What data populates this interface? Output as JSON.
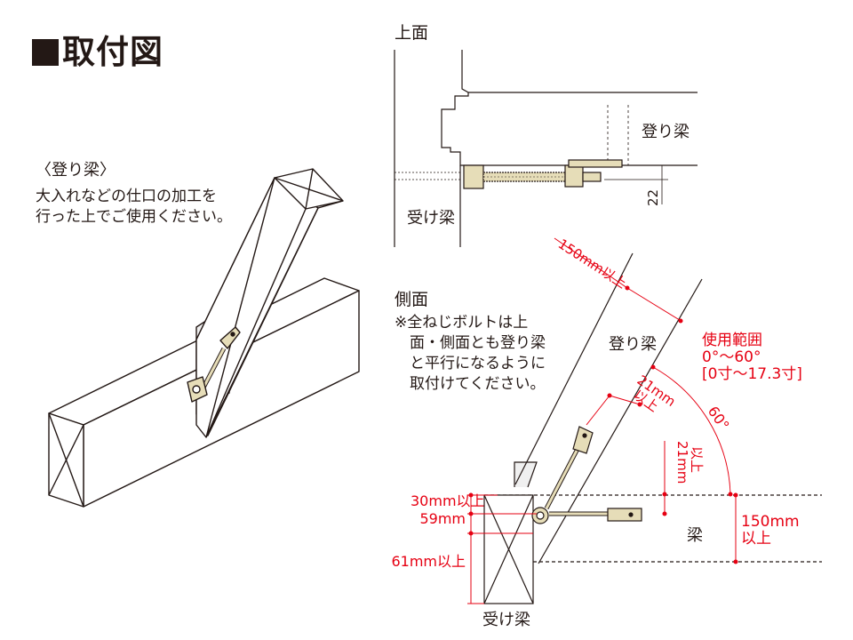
{
  "title": "■取付図",
  "isometric": {
    "heading": "〈登り梁〉",
    "note": "大入れなどの仕口の加工を\n行った上でご使用ください。"
  },
  "top_view": {
    "heading": "上面",
    "rafter_label": "登り梁",
    "beam_label": "受け梁",
    "dim_22": "22"
  },
  "side_view": {
    "heading": "側面",
    "note": "※全ねじボルトは上\n　面・側面とも登り梁\n　と平行になるように\n　取付けてください。",
    "rafter_label": "登り梁",
    "beam_label": "梁",
    "support_label": "受け梁",
    "dim_150_top": "150mm以上",
    "range_title": "使用範囲",
    "range_deg": "0°～60°",
    "range_sun": "[0寸～17.3寸]",
    "angle_60": "60°",
    "dim_21_diag": "21mm\n以上",
    "dim_21_vert": "21mm\n以上",
    "dim_30": "30mm以上",
    "dim_59": "59mm",
    "dim_61": "61mm以上",
    "dim_150_right": "150mm\n以上"
  },
  "colors": {
    "line": "#231815",
    "dimension": "#e60012",
    "hardware": "#e6ddb8"
  }
}
